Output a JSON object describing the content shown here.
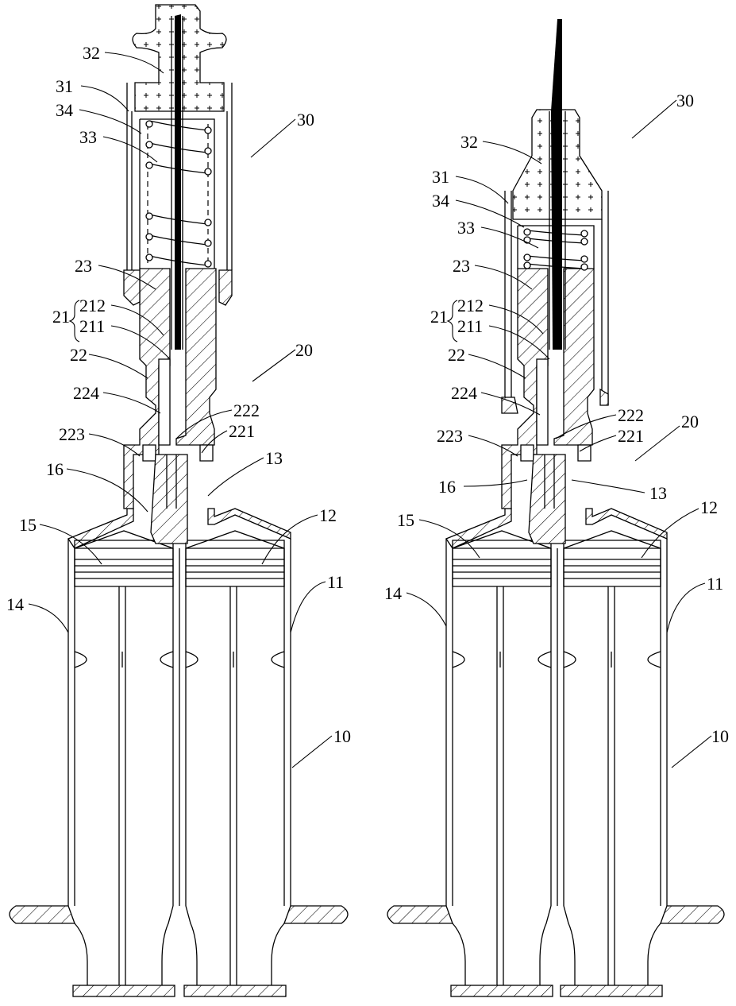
{
  "figure": {
    "left_view": {
      "callouts": [
        {
          "id": "c30",
          "text": "30"
        },
        {
          "id": "c32",
          "text": "32"
        },
        {
          "id": "c31",
          "text": "31"
        },
        {
          "id": "c34",
          "text": "34"
        },
        {
          "id": "c33",
          "text": "33"
        },
        {
          "id": "c23",
          "text": "23"
        },
        {
          "id": "c21",
          "text": "21"
        },
        {
          "id": "c212",
          "text": "212"
        },
        {
          "id": "c211",
          "text": "211"
        },
        {
          "id": "c22",
          "text": "22"
        },
        {
          "id": "c20",
          "text": "20"
        },
        {
          "id": "c224",
          "text": "224"
        },
        {
          "id": "c222",
          "text": "222"
        },
        {
          "id": "c223",
          "text": "223"
        },
        {
          "id": "c221",
          "text": "221"
        },
        {
          "id": "c16",
          "text": "16"
        },
        {
          "id": "c13",
          "text": "13"
        },
        {
          "id": "c15",
          "text": "15"
        },
        {
          "id": "c12",
          "text": "12"
        },
        {
          "id": "c14",
          "text": "14"
        },
        {
          "id": "c11",
          "text": "11"
        },
        {
          "id": "c10",
          "text": "10"
        }
      ]
    },
    "right_view": {
      "callouts": [
        {
          "id": "c30",
          "text": "30"
        },
        {
          "id": "c32",
          "text": "32"
        },
        {
          "id": "c31",
          "text": "31"
        },
        {
          "id": "c34",
          "text": "34"
        },
        {
          "id": "c33",
          "text": "33"
        },
        {
          "id": "c23",
          "text": "23"
        },
        {
          "id": "c21",
          "text": "21"
        },
        {
          "id": "c212",
          "text": "212"
        },
        {
          "id": "c211",
          "text": "211"
        },
        {
          "id": "c22",
          "text": "22"
        },
        {
          "id": "c20",
          "text": "20"
        },
        {
          "id": "c224",
          "text": "224"
        },
        {
          "id": "c222",
          "text": "222"
        },
        {
          "id": "c223",
          "text": "223"
        },
        {
          "id": "c221",
          "text": "221"
        },
        {
          "id": "c16",
          "text": "16"
        },
        {
          "id": "c13",
          "text": "13"
        },
        {
          "id": "c15",
          "text": "15"
        },
        {
          "id": "c12",
          "text": "12"
        },
        {
          "id": "c14",
          "text": "14"
        },
        {
          "id": "c11",
          "text": "11"
        },
        {
          "id": "c10",
          "text": "10"
        }
      ]
    }
  }
}
